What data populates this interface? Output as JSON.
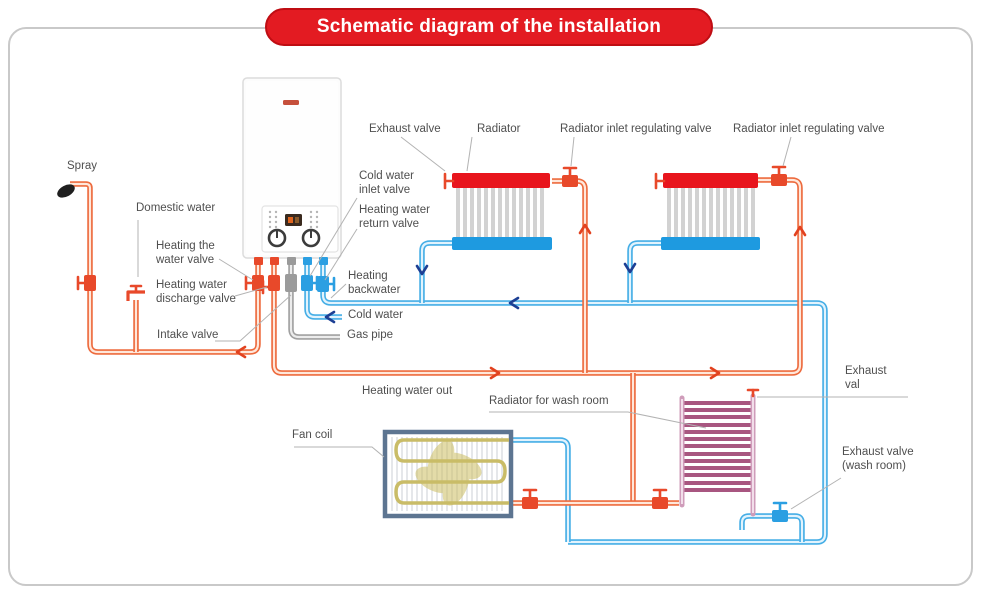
{
  "title": "Schematic diagram of the installation",
  "labels": {
    "spray": "Spray",
    "domestic_water": "Domestic water",
    "heating_the_water_valve": "Heating the water valve",
    "heating_water_discharge_valve": "Heating water discharge valve",
    "intake_valve": "Intake valve",
    "cold_water_inlet_valve": "Cold water inlet valve",
    "heating_water_return_valve": "Heating water return valve",
    "heating_backwater": "Heating backwater",
    "cold_water": "Cold water",
    "gas_pipe": "Gas pipe",
    "exhaust_valve": "Exhaust valve",
    "radiator": "Radiator",
    "radiator_inlet_regulating_valve_1": "Radiator inlet regulating valve",
    "radiator_inlet_regulating_valve_2": "Radiator inlet regulating valve",
    "heating_water_out": "Heating water out",
    "radiator_for_wash_room": "Radiator for wash room",
    "fan_coil": "Fan coil",
    "exhaust_val": "Exhaust val",
    "exhaust_valve_wash_room": "Exhaust valve (wash room)"
  },
  "colors": {
    "banner_red": "#e31b22",
    "pipe_orange": "#ed6a3d",
    "pipe_orange_light": "#ffe7da",
    "valve_red": "#e8492a",
    "pipe_blue": "#45aee6",
    "pipe_blue_light": "#e2f3fd",
    "radiator_red": "#e8151d",
    "radiator_blue": "#1e9ae0",
    "pipe_gray": "#a0a0a0",
    "pipe_gray_light": "#ececec",
    "navy_arrow": "#1c3f94",
    "washroom_radiator_pink": "#a85680",
    "washroom_rail_pink": "#cf9cba",
    "fan_coil_frame": "#5d7591",
    "coil_yellow": "#c9bc67",
    "label_gray": "#4f4f4f"
  }
}
